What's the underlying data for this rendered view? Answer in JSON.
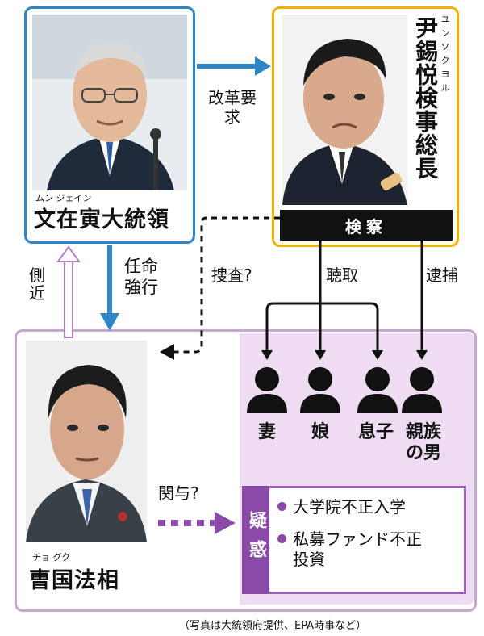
{
  "moon": {
    "name": "文在寅大統領",
    "reading": "ムン ジェイン"
  },
  "yoon": {
    "name": "尹錫悦検事総長",
    "reading": "ユンソクヨル"
  },
  "cho": {
    "name": "曺国法相",
    "reading": "チョ グク"
  },
  "prosecution": {
    "label": "検察"
  },
  "arrows": {
    "reform_demand": "改革要求",
    "forced_appointment": "任命強行",
    "close_aide": "側近",
    "investigation": "捜査?",
    "questioning": "聴取",
    "arrest": "逮捕",
    "involvement": "関与?"
  },
  "family": [
    {
      "label": "妻"
    },
    {
      "label": "娘"
    },
    {
      "label": "息子"
    },
    {
      "label": "親族の男"
    }
  ],
  "suspicions": {
    "tab_label": "疑惑",
    "items": [
      "大学院不正入学",
      "私募ファンド不正投資"
    ]
  },
  "caption": "（写真は大統領府提供、EPA時事など）",
  "colors": {
    "moon_border": "#2f86c6",
    "yoon_border": "#f0b000",
    "cho_border": "#c7a5d5",
    "suspicion_purple": "#8a4aa8",
    "arrow_blue": "#2f86c6"
  }
}
